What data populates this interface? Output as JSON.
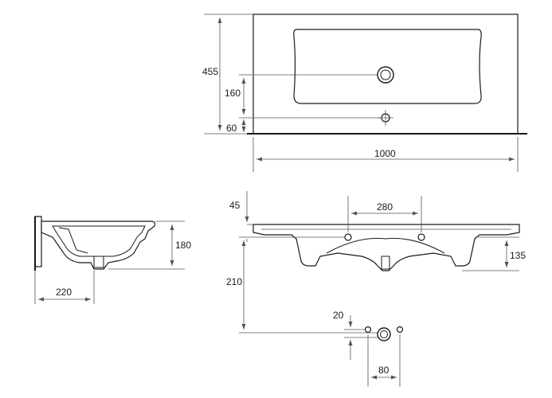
{
  "views": {
    "top": {
      "width_label": "1000",
      "depth_label": "455",
      "drain_offset_label": "160",
      "tap_offset_label": "60"
    },
    "side": {
      "height_label": "180",
      "depth_label": "220"
    },
    "front": {
      "rim_label": "45",
      "bracket_spacing_label": "280",
      "bracket_drop_label": "135",
      "total_drop_label": "210"
    },
    "detail": {
      "offset_label": "20",
      "spacing_label": "80"
    }
  },
  "colors": {
    "line": "#1a1a1a",
    "dimension": "#555555",
    "background": "#ffffff"
  }
}
